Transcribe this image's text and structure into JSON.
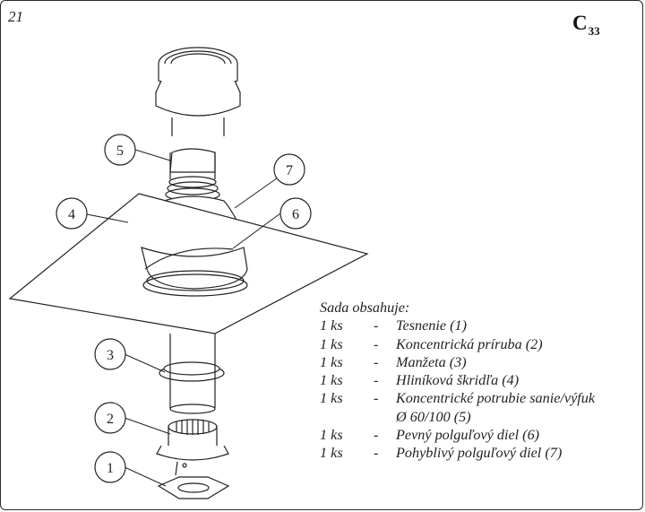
{
  "figure": {
    "number": "21",
    "code_main": "C",
    "code_sub": "33"
  },
  "labels": [
    {
      "text": "1"
    },
    {
      "text": "2"
    },
    {
      "text": "3"
    },
    {
      "text": "4"
    },
    {
      "text": "5"
    },
    {
      "text": "6"
    },
    {
      "text": "7"
    }
  ],
  "legend": {
    "title": "Sada obsahuje:",
    "items": [
      {
        "qty": "1 ks",
        "dash": "-",
        "desc": "Tesnenie (1)"
      },
      {
        "qty": "1 ks",
        "dash": "-",
        "desc": "Koncentrická príruba (2)"
      },
      {
        "qty": "1 ks",
        "dash": "-",
        "desc": "Manžeta (3)"
      },
      {
        "qty": "1 ks",
        "dash": "-",
        "desc": "Hliníková škridľa (4)"
      },
      {
        "qty": "1 ks",
        "dash": "-",
        "desc": "Koncentrické potrubie sanie/výfuk",
        "cont": "Ø 60/100 (5)"
      },
      {
        "qty": "1 ks",
        "dash": "-",
        "desc": "Pevný polguľový diel (6)"
      },
      {
        "qty": "1 ks",
        "dash": "-",
        "desc": "Pohyblivý polguľový diel (7)"
      }
    ]
  }
}
